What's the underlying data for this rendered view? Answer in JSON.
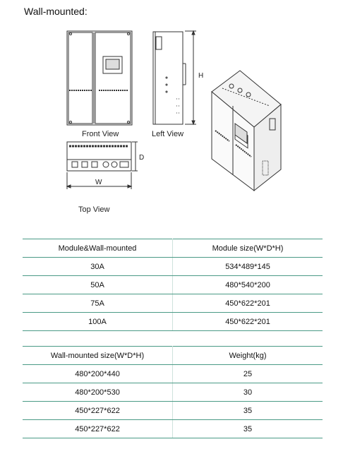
{
  "heading": "Wall-mounted:",
  "captions": {
    "front": "Front View",
    "left": "Left View",
    "top": "Top View"
  },
  "dimensions": {
    "height": "H",
    "depth": "D",
    "width": "W"
  },
  "table1": {
    "headers": [
      "Module&Wall-mounted",
      "Module size(W*D*H)"
    ],
    "rows": [
      [
        "30A",
        "534*489*145"
      ],
      [
        "50A",
        "480*540*200"
      ],
      [
        "75A",
        "450*622*201"
      ],
      [
        "100A",
        "450*622*201"
      ]
    ]
  },
  "table2": {
    "headers": [
      "Wall-mounted size(W*D*H)",
      "Weight(kg)"
    ],
    "rows": [
      [
        "480*200*440",
        "25"
      ],
      [
        "480*200*530",
        "30"
      ],
      [
        "450*227*622",
        "35"
      ],
      [
        "450*227*622",
        "35"
      ]
    ]
  },
  "colors": {
    "rule": "#4a9a86",
    "line": "#333333"
  }
}
